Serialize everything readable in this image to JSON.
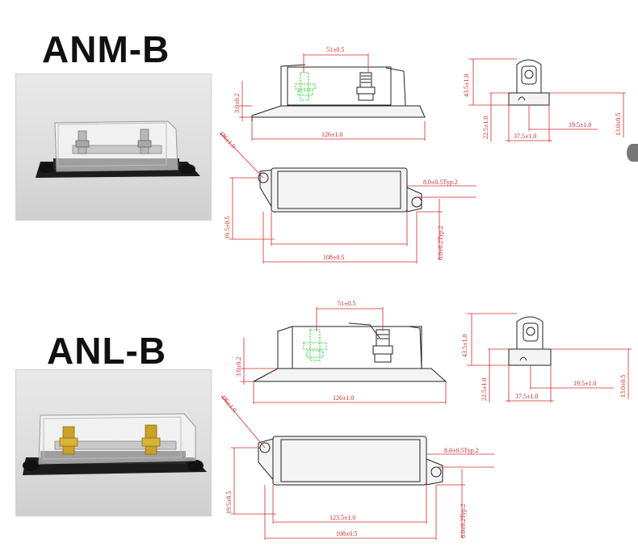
{
  "products": [
    {
      "model": "ANM-B",
      "side_view": {
        "height": "3.0±0.2",
        "length": "126±1.0",
        "pitch": "51±0.5"
      },
      "end_view": {
        "height": "43.5±1.0",
        "base_height": "22.5±1.0",
        "right_height": "13.0±0.5",
        "half_width": "19.5±1.0",
        "width": "37.5±1.0"
      },
      "top_view": {
        "hole": "Ø6±1.0",
        "hole_offset": "8.0±0.5Typ.2",
        "width": "19.5±0.5",
        "foot_thickness": "6.0±0.2Typ.2",
        "body_length": "108±0.5"
      }
    },
    {
      "model": "ANL-B",
      "side_view": {
        "height": "3.0±0.2",
        "length": "126±1.0",
        "pitch": "51±0.5"
      },
      "end_view": {
        "height": "43.5±1.0",
        "base_height": "22.5±1.0",
        "right_height": "13.0±0.5",
        "half_width": "19.5±1.0",
        "width": "37.5±1.0"
      },
      "top_view": {
        "hole": "Ø6±1.0",
        "hole_offset": "8.0±0.5Typ.2",
        "width": "19.5±0.5",
        "foot_thickness": "6.0±0.2Typ.2",
        "inner_length": "123.5±1.0",
        "body_length": "108±0.5"
      }
    }
  ],
  "colors": {
    "dimension": "#d52b2b",
    "outline": "#222222",
    "fuse_ghost": "#2fd22f",
    "terminal_nickel": "#b8b8b8",
    "terminal_brass": "#c9a227"
  }
}
